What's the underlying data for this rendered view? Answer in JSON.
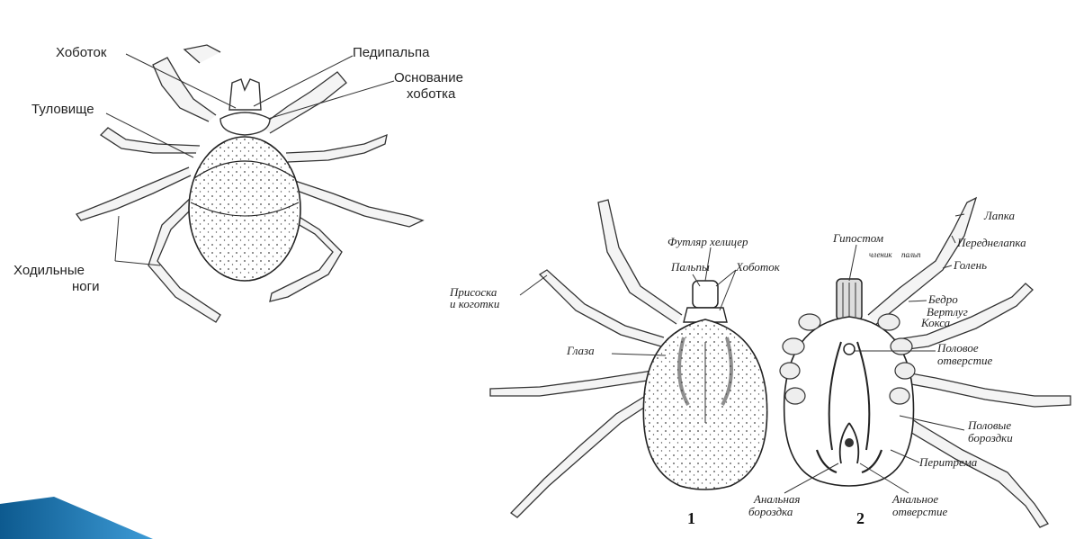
{
  "figure_left": {
    "labels": {
      "proboscis": "Хоботок",
      "pedipalp": "Педипальпа",
      "proboscis_base_1": "Основание",
      "proboscis_base_2": "хоботка",
      "body": "Туловище",
      "walking_legs_1": "Ходильные",
      "walking_legs_2": "ноги"
    }
  },
  "figure_right": {
    "fig1_number": "1",
    "fig2_number": "2",
    "labels": {
      "chelicera_case": "Футляр хелицер",
      "palps": "Пальпы",
      "proboscis": "Хоботок",
      "sucker_1": "Присоска",
      "sucker_2": "и коготки",
      "eyes": "Глаза",
      "hypostome": "Гипостом",
      "segment_1": "членик",
      "segment_2": "пальп",
      "tarsus": "Лапка",
      "pretarsus": "Переднелапка",
      "tibia": "Голень",
      "femur": "Бедро",
      "trochanter": "Вертлуг",
      "coxa": "Кокса",
      "genital_opening_1": "Половое",
      "genital_opening_2": "отверстие",
      "genital_grooves_1": "Половые",
      "genital_grooves_2": "бороздки",
      "peritreme": "Перитрема",
      "anal_groove_1": "Анальная",
      "anal_groove_2": "бороздка",
      "anal_opening_1": "Анальное",
      "anal_opening_2": "отверстие"
    }
  },
  "colors": {
    "corner_accent": "#1c6fa8",
    "ink": "#222222"
  }
}
